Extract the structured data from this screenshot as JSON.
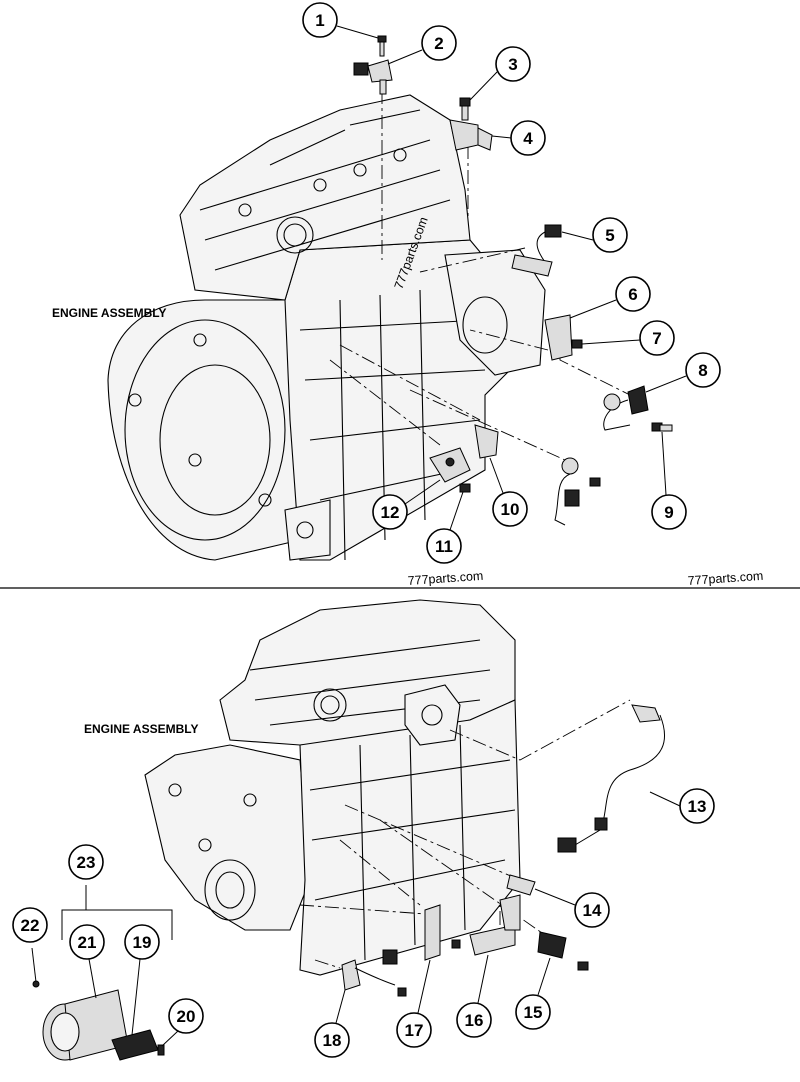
{
  "labels": {
    "top_assembly": "ENGINE ASSEMBLY",
    "bottom_assembly": "ENGINE ASSEMBLY"
  },
  "watermarks": {
    "w1": "777parts.com",
    "w2": "777parts.com",
    "w3": "777parts.com"
  },
  "callouts": {
    "c1": "1",
    "c2": "2",
    "c3": "3",
    "c4": "4",
    "c5": "5",
    "c6": "6",
    "c7": "7",
    "c8": "8",
    "c9": "9",
    "c10": "10",
    "c11": "11",
    "c12": "12",
    "c13": "13",
    "c14": "14",
    "c15": "15",
    "c16": "16",
    "c17": "17",
    "c18": "18",
    "c19": "19",
    "c20": "20",
    "c21": "21",
    "c22": "22",
    "c23": "23"
  }
}
